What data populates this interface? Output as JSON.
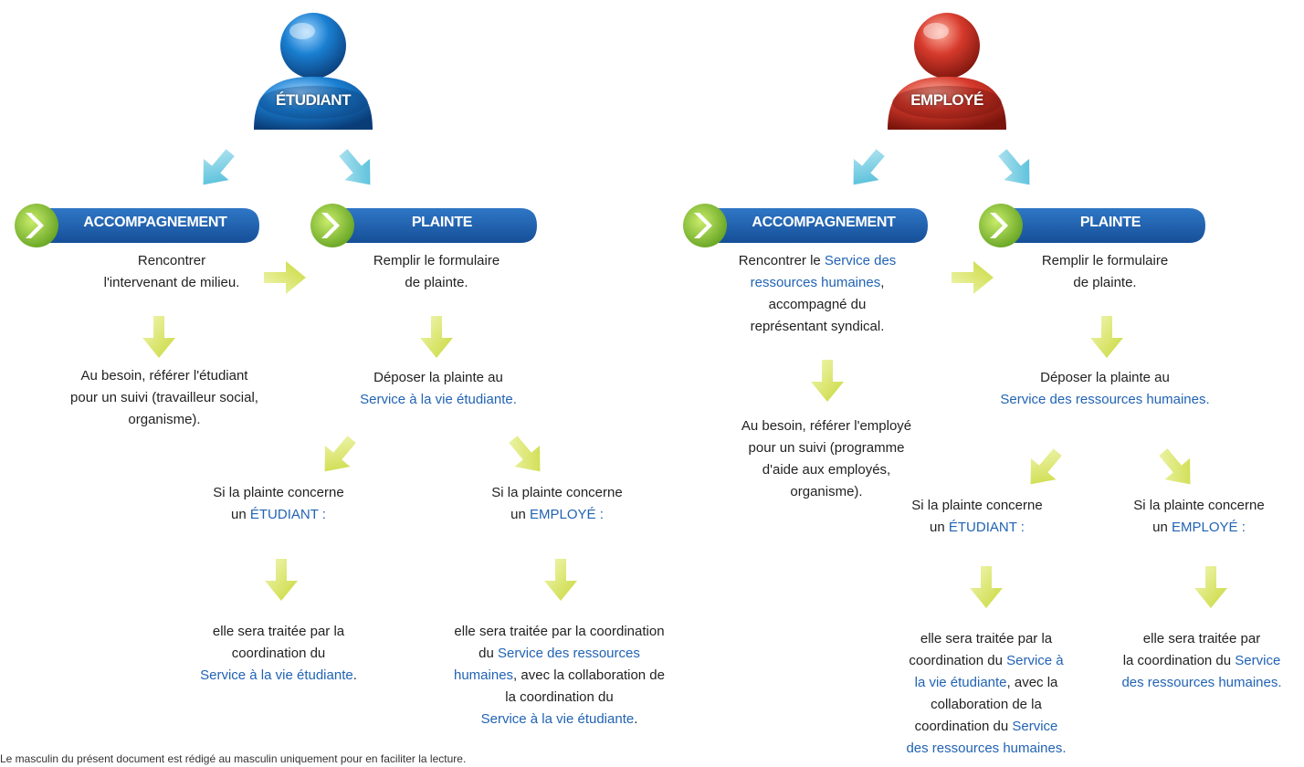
{
  "colors": {
    "link_blue": "#2163b4",
    "banner_blue": "#1d5ba8",
    "chevron_green": "#8fc63f",
    "arrow_cyan": "#5cc4dd",
    "arrow_green": "#d8e651",
    "person_blue": "#1a7fd1",
    "person_red": "#d63a2c"
  },
  "icons": {
    "person_student": "person-blue-icon",
    "person_employee": "person-red-icon",
    "arrows": "arrow-icon"
  },
  "left": {
    "person_label": "ÉTUDIANT",
    "accomp_title": "ACCOMPAGNEMENT",
    "plainte_title": "PLAINTE",
    "accomp_text_1": "Rencontrer",
    "accomp_text_2": "l'intervenant de milieu.",
    "accomp_need_1": "Au besoin, référer l'étudiant",
    "accomp_need_2": "pour un suivi (travailleur social,",
    "accomp_need_3": "organisme).",
    "plainte_text_1": "Remplir le formulaire",
    "plainte_text_2": "de plainte.",
    "deposer_1": "Déposer la plainte au",
    "deposer_2": "Service à la vie étudiante.",
    "cas_etu_1": "Si la plainte concerne",
    "cas_etu_2a": "un ",
    "cas_etu_2b": "ÉTUDIANT :",
    "cas_emp_1": "Si la plainte concerne",
    "cas_emp_2a": "un ",
    "cas_emp_2b": "EMPLOYÉ :",
    "res_etu_1": "elle sera traitée par la",
    "res_etu_2": "coordination du",
    "res_etu_3": "Service à la vie étudiante",
    "res_etu_3b": ".",
    "res_emp_1": "elle sera traitée par la coordination",
    "res_emp_2a": "du ",
    "res_emp_2b": "Service des ressources",
    "res_emp_3a": "humaines",
    "res_emp_3b": ", avec la collaboration de",
    "res_emp_4": "la coordination du",
    "res_emp_5": "Service à la vie étudiante",
    "res_emp_5b": "."
  },
  "right": {
    "person_label": "EMPLOYÉ",
    "accomp_title": "ACCOMPAGNEMENT",
    "plainte_title": "PLAINTE",
    "accomp_text_1a": "Rencontrer le ",
    "accomp_text_1b": "Service des",
    "accomp_text_2a": "ressources humaines",
    "accomp_text_2b": ",",
    "accomp_text_3": "accompagné du",
    "accomp_text_4": "représentant syndical.",
    "accomp_need_1": "Au besoin, référer l'employé",
    "accomp_need_2": "pour un suivi (programme",
    "accomp_need_3": "d'aide aux employés,",
    "accomp_need_4": "organisme).",
    "plainte_text_1": "Remplir le formulaire",
    "plainte_text_2": "de plainte.",
    "deposer_1": "Déposer la plainte au",
    "deposer_2": "Service des ressources humaines.",
    "cas_etu_1": "Si la plainte concerne",
    "cas_etu_2a": "un ",
    "cas_etu_2b": "ÉTUDIANT :",
    "cas_emp_1": "Si la plainte concerne",
    "cas_emp_2a": "un ",
    "cas_emp_2b": "EMPLOYÉ :",
    "res_etu_1": "elle sera traitée par la",
    "res_etu_2a": "coordination du ",
    "res_etu_2b": "Service à",
    "res_etu_3a": "la vie étudiante",
    "res_etu_3b": ", avec la",
    "res_etu_4": "collaboration de la",
    "res_etu_5a": "coordination du ",
    "res_etu_5b": "Service",
    "res_etu_6": "des ressources humaines.",
    "res_emp_1": "elle sera traitée par",
    "res_emp_2a": "la coordination du ",
    "res_emp_2b": "Service",
    "res_emp_3": "des ressources humaines."
  },
  "footnote": "Le masculin du présent document est rédigé au masculin uniquement pour en faciliter la lecture."
}
